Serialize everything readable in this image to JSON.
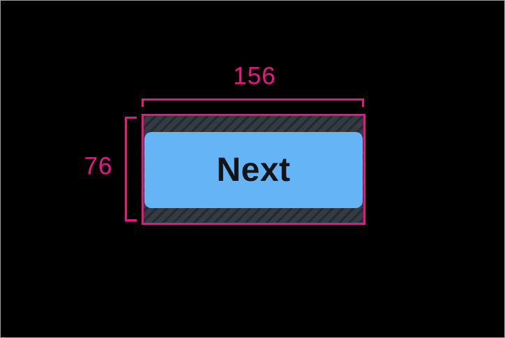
{
  "overlay": {
    "width_label": "156",
    "height_label": "76"
  },
  "button": {
    "label": "Next"
  },
  "colors": {
    "background": "#000000",
    "frame_border": "#9e9e9e",
    "guide_pink": "#ec1387",
    "padding_fill": "#343b44",
    "padding_stripe": "#262b32",
    "button_fill": "#64b4f6",
    "button_text": "#121418"
  }
}
